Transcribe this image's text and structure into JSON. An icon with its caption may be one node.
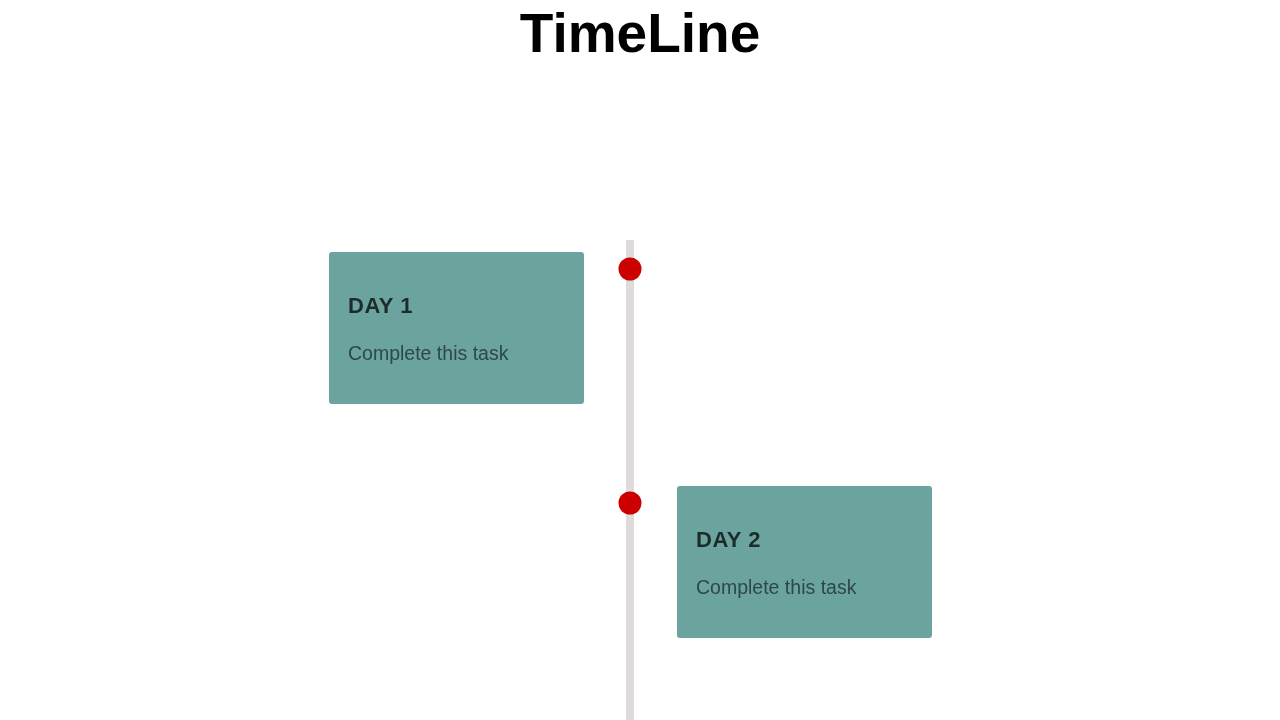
{
  "diagram": {
    "title": "TimeLine",
    "nodes": [
      {
        "text": [
          "DAY 1",
          "Complete this task"
        ]
      },
      {
        "text": [
          "DAY 2",
          "Complete this task"
        ]
      }
    ]
  }
}
